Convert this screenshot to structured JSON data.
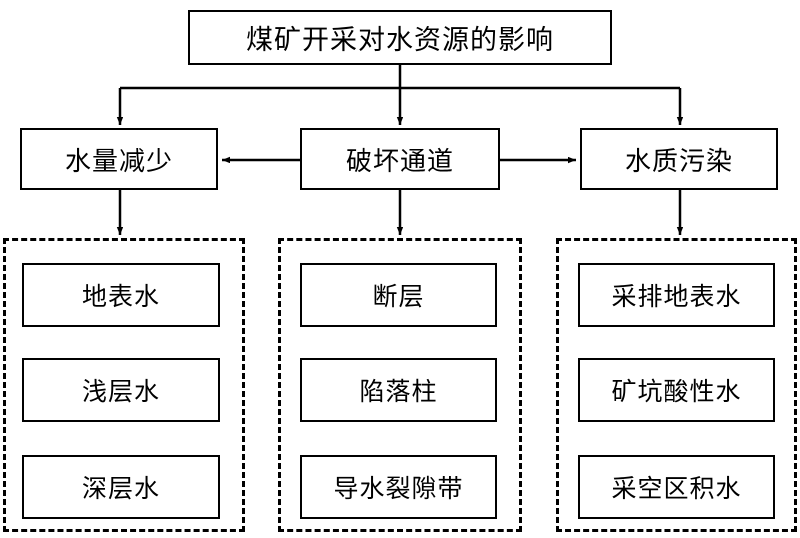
{
  "diagram": {
    "title_node": {
      "label": "煤矿开采对水资源的影响"
    },
    "level2": [
      {
        "label": "水量减少"
      },
      {
        "label": "破坏通道"
      },
      {
        "label": "水质污染"
      }
    ],
    "groups": [
      {
        "parent": "水量减少",
        "items": [
          {
            "label": "地表水"
          },
          {
            "label": "浅层水"
          },
          {
            "label": "深层水"
          }
        ]
      },
      {
        "parent": "破坏通道",
        "items": [
          {
            "label": "断层"
          },
          {
            "label": "陷落柱"
          },
          {
            "label": "导水裂隙带"
          }
        ]
      },
      {
        "parent": "水质污染",
        "items": [
          {
            "label": "采排地表水"
          },
          {
            "label": "矿坑酸性水"
          },
          {
            "label": "采空区积水"
          }
        ]
      }
    ],
    "colors": {
      "line": "#000000",
      "box_border": "#000000",
      "background": "#ffffff",
      "text": "#000000"
    }
  }
}
